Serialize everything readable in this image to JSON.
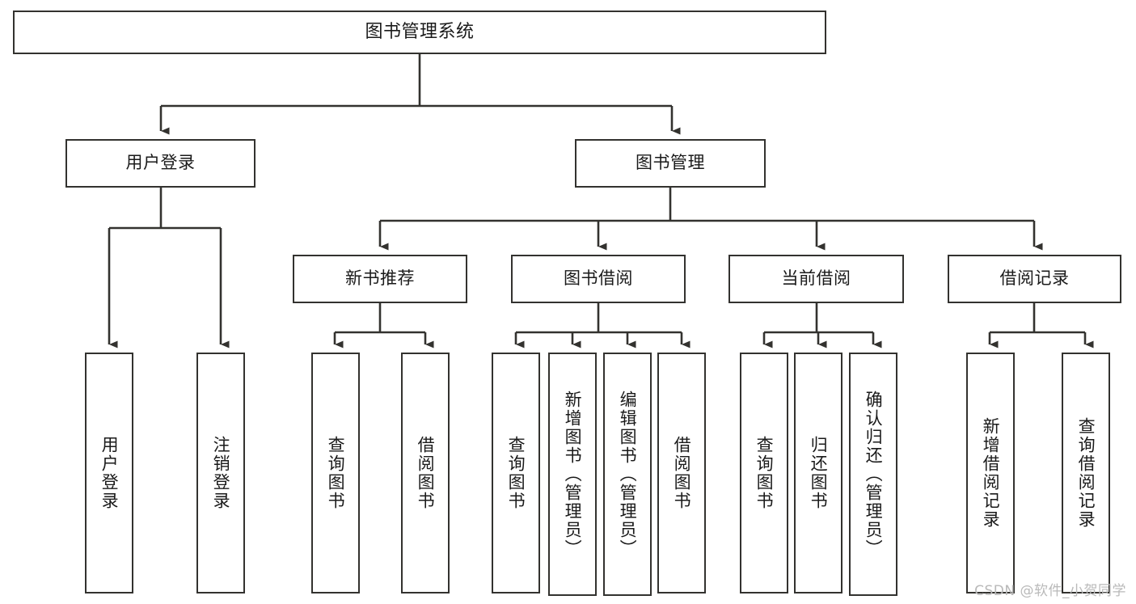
{
  "diagram": {
    "title": "图书管理系统",
    "type": "hierarchy-tree",
    "levels": 4,
    "nodes": {
      "root": {
        "label": "图书管理系统"
      },
      "level2": [
        {
          "id": "user-login",
          "label": "用户登录"
        },
        {
          "id": "book-manage",
          "label": "图书管理"
        }
      ],
      "level3": [
        {
          "id": "new-book-recommend",
          "label": "新书推荐"
        },
        {
          "id": "book-borrow",
          "label": "图书借阅"
        },
        {
          "id": "current-borrow",
          "label": "当前借阅"
        },
        {
          "id": "borrow-record",
          "label": "借阅记录"
        }
      ],
      "leaves": {
        "user-login": [
          {
            "id": "leaf-user-login",
            "label": "用户登录"
          },
          {
            "id": "leaf-logout-login",
            "label": "注销登录"
          }
        ],
        "new-book-recommend": [
          {
            "id": "leaf-query-book-1",
            "label": "查询图书"
          },
          {
            "id": "leaf-borrow-book-1",
            "label": "借阅图书"
          }
        ],
        "book-borrow": [
          {
            "id": "leaf-query-book-2",
            "label": "查询图书"
          },
          {
            "id": "leaf-add-book",
            "label": "新增图书（管理员）"
          },
          {
            "id": "leaf-edit-book",
            "label": "编辑图书（管理员）"
          },
          {
            "id": "leaf-borrow-book-2",
            "label": "借阅图书"
          }
        ],
        "current-borrow": [
          {
            "id": "leaf-query-book-3",
            "label": "查询图书"
          },
          {
            "id": "leaf-return-book",
            "label": "归还图书"
          },
          {
            "id": "leaf-confirm-return",
            "label": "确认归还（管理员）"
          }
        ],
        "borrow-record": [
          {
            "id": "leaf-add-record",
            "label": "新增借阅记录"
          },
          {
            "id": "leaf-query-record",
            "label": "查询借阅记录"
          }
        ]
      }
    },
    "colors": {
      "stroke": "#33322f",
      "fill": "#ffffff",
      "text": "#1a1a1a",
      "watermark": "#b9b9b9"
    }
  },
  "watermark": {
    "text": "CSDN @软件_小贺同学"
  }
}
